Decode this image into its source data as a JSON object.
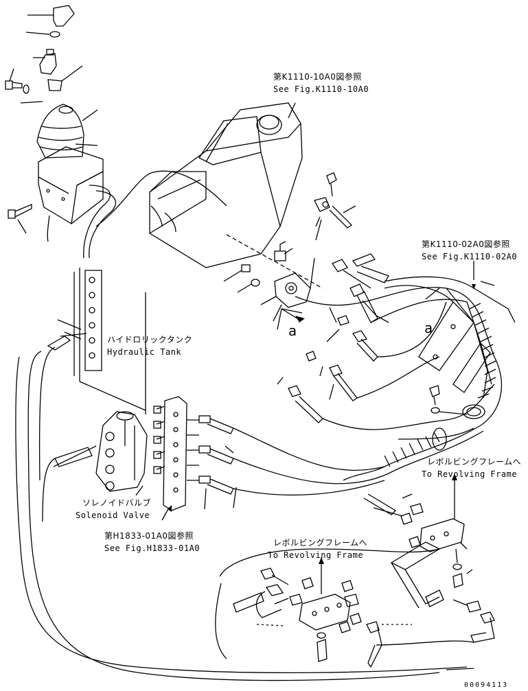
{
  "labels": {
    "ref_k1110_10a0_jp": "第K1110-10A0図参照",
    "ref_k1110_10a0_en": "See Fig.K1110-10A0",
    "ref_k1110_02a0_jp": "第K1110-02A0図参照",
    "ref_k1110_02a0_en": "See Fig.K1110-02A0",
    "hydraulic_tank_jp": "ハイドロリックタンク",
    "hydraulic_tank_en": "Hydraulic Tank",
    "revolving_frame_jp_1": "レボルビングフレームへ",
    "revolving_frame_en_1": "To Revolving Frame",
    "solenoid_valve_jp": "ソレノイドバルブ",
    "solenoid_valve_en": "Solenoid Valve",
    "ref_h1833_01a0_jp": "第H1833-01A0図参照",
    "ref_h1833_01a0_en": "See Fig.H1833-01A0",
    "revolving_frame_jp_2": "レボルビングフレームへ",
    "revolving_frame_en_2": "To Revolving Frame",
    "callout_a_1": "a",
    "callout_a_2": "a",
    "drawing_number": "00094113"
  }
}
